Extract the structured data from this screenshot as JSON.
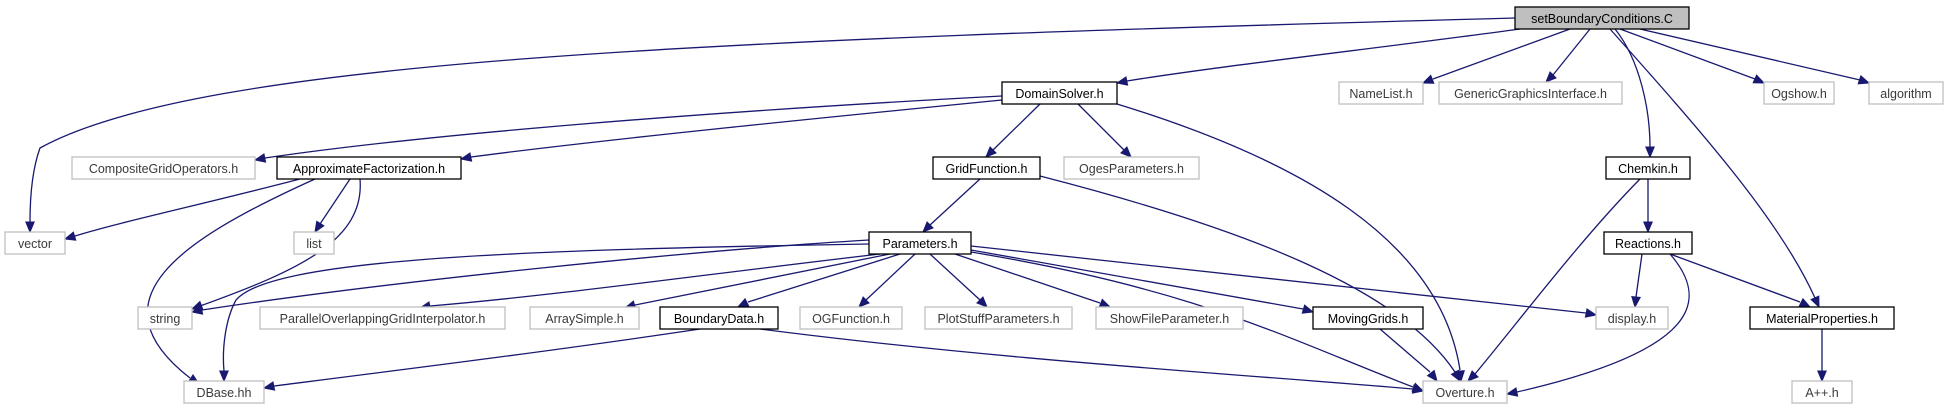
{
  "colors": {
    "edge": "#191970",
    "root_fill": "#bfbfbf",
    "node_border": "#000000",
    "external_border": "#bfbfbf"
  },
  "nodes": {
    "root": "setBoundaryConditions.C",
    "domain_solver": "DomainSolver.h",
    "name_list": "NameList.h",
    "generic_graphics": "GenericGraphicsInterface.h",
    "ogshow": "Ogshow.h",
    "algorithm": "algorithm",
    "composite_grid_operators": "CompositeGridOperators.h",
    "approximate_factorization": "ApproximateFactorization.h",
    "grid_function": "GridFunction.h",
    "oges_parameters": "OgesParameters.h",
    "chemkin": "Chemkin.h",
    "vector": "vector",
    "list": "list",
    "parameters": "Parameters.h",
    "reactions": "Reactions.h",
    "string": "string",
    "parallel_interpolator": "ParallelOverlappingGridInterpolator.h",
    "array_simple": "ArraySimple.h",
    "boundary_data": "BoundaryData.h",
    "og_function": "OGFunction.h",
    "plot_stuff_parameters": "PlotStuffParameters.h",
    "show_file_parameter": "ShowFileParameter.h",
    "moving_grids": "MovingGrids.h",
    "display": "display.h",
    "material_properties": "MaterialProperties.h",
    "dbase": "DBase.hh",
    "overture": "Overture.h",
    "a_plus_plus": "A++.h"
  }
}
